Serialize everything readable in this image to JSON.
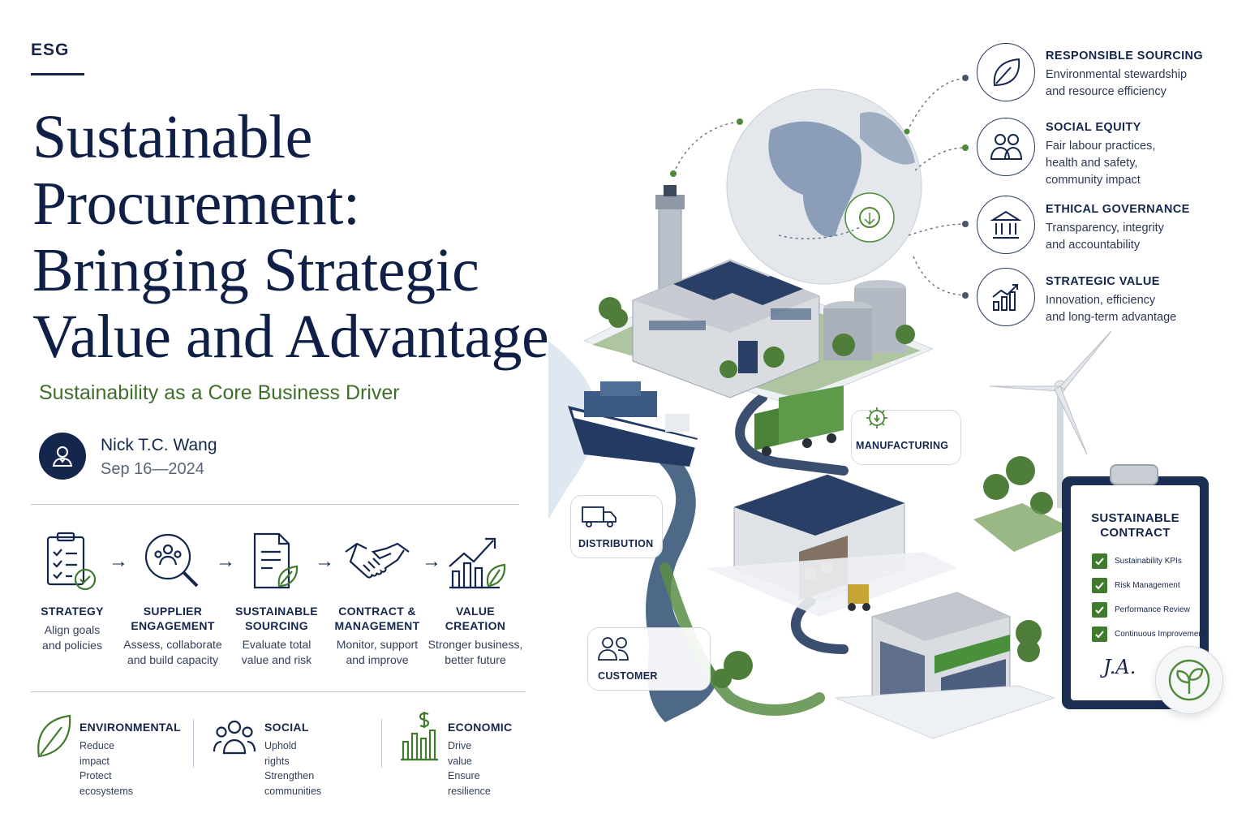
{
  "tag": "ESG",
  "title_lines": [
    "Sustainable",
    "Procurement:",
    "Bringing Strategic",
    "Value and Advantage"
  ],
  "subtitle": "Sustainability as a Core Business Driver",
  "author": {
    "name": "Nick T.C. Wang",
    "date": "Sep 16—2024"
  },
  "process_steps": [
    {
      "title": "STRATEGY",
      "desc": "Align goals\nand policies",
      "icon": "checklist-icon"
    },
    {
      "title": "SUPPLIER\nENGAGEMENT",
      "desc": "Assess, collaborate\nand build capacity",
      "icon": "supplier-search-icon"
    },
    {
      "title": "SUSTAINABLE\nSOURCING",
      "desc": "Evaluate total\nvalue and risk",
      "icon": "document-leaf-icon"
    },
    {
      "title": "CONTRACT &\nMANAGEMENT",
      "desc": "Monitor, support\nand improve",
      "icon": "handshake-icon"
    },
    {
      "title": "VALUE\nCREATION",
      "desc": "Stronger business,\nbetter future",
      "icon": "growth-chart-icon"
    }
  ],
  "arrow_glyph": "→",
  "pillars": [
    {
      "title": "ENVIRONMENTAL",
      "desc": "Reduce impact\nProtect ecosystems",
      "icon": "leaf-icon"
    },
    {
      "title": "SOCIAL",
      "desc": "Uphold rights\nStrengthen communities",
      "icon": "community-icon"
    },
    {
      "title": "ECONOMIC",
      "desc": "Drive value\nEnsure resilience",
      "icon": "dollar-chart-icon"
    }
  ],
  "principles": [
    {
      "title": "RESPONSIBLE SOURCING",
      "desc": "Environmental stewardship\nand resource efficiency",
      "icon": "leaf-icon"
    },
    {
      "title": "SOCIAL EQUITY",
      "desc": "Fair labour practices,\nhealth and safety,\ncommunity impact",
      "icon": "people-icon"
    },
    {
      "title": "ETHICAL GOVERNANCE",
      "desc": "Transparency, integrity\nand accountability",
      "icon": "institution-icon"
    },
    {
      "title": "STRATEGIC VALUE",
      "desc": "Innovation, efficiency\nand long-term advantage",
      "icon": "bar-chart-icon"
    }
  ],
  "scene_labels": {
    "manufacturing": "MANUFACTURING",
    "distribution": "DISTRIBUTION",
    "customer": "CUSTOMER"
  },
  "contract": {
    "title": "SUSTAINABLE\nCONTRACT",
    "items": [
      "Sustainability KPIs",
      "Risk Management",
      "Performance Review",
      "Continuous Improvement"
    ],
    "signature": "J.A."
  },
  "colors": {
    "navy": "#15264c",
    "green": "#3f6e2a",
    "accent_green": "#4e8a38",
    "water": "#2f4f73"
  }
}
